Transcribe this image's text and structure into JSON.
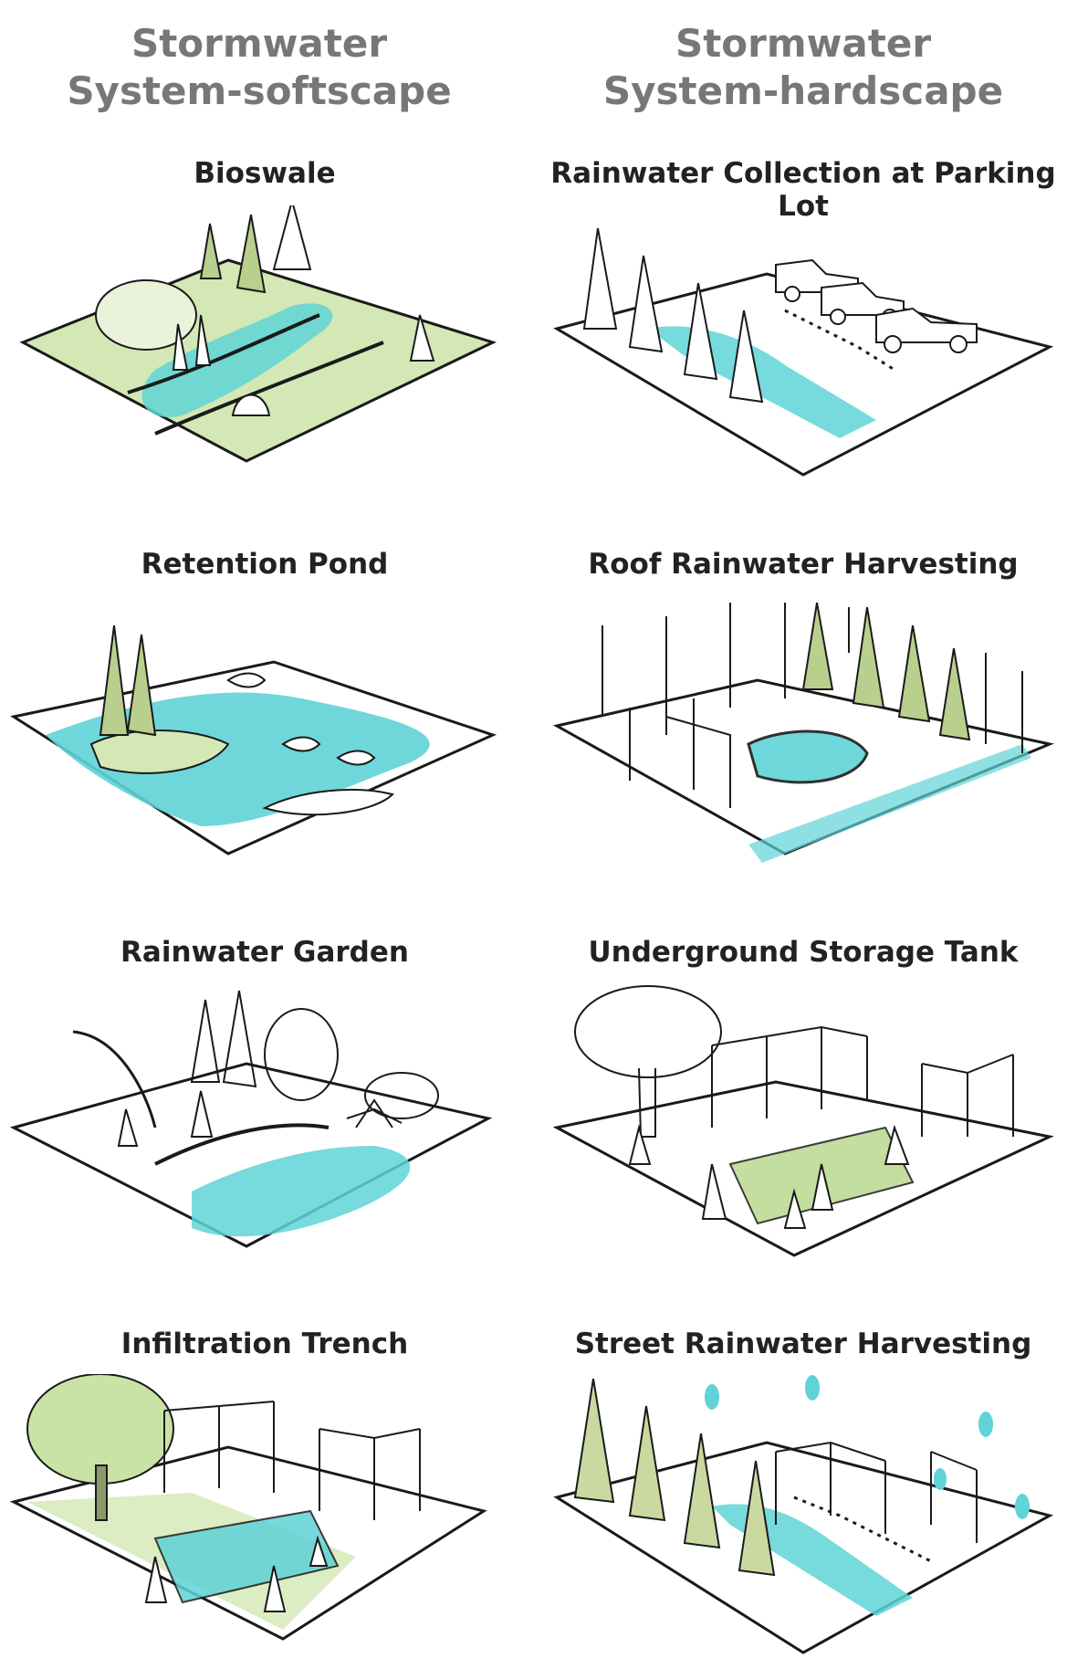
{
  "columns": [
    {
      "title_line1": "Stormwater",
      "title_line2": "System-softscape",
      "items": [
        {
          "label": "Bioswale",
          "icon": "bioswale-illustration"
        },
        {
          "label": "Retention Pond",
          "icon": "retention-pond-illustration"
        },
        {
          "label": "Rainwater Garden",
          "icon": "rainwater-garden-illustration"
        },
        {
          "label": "Infiltration Trench",
          "icon": "infiltration-trench-illustration"
        }
      ]
    },
    {
      "title_line1": "Stormwater",
      "title_line2": "System-hardscape",
      "items": [
        {
          "label": "Rainwater Collection at Parking Lot",
          "icon": "parking-lot-illustration"
        },
        {
          "label": "Roof Rainwater Harvesting",
          "icon": "roof-harvesting-illustration"
        },
        {
          "label": "Underground Storage Tank",
          "icon": "storage-tank-illustration"
        },
        {
          "label": "Street Rainwater Harvesting",
          "icon": "street-harvesting-illustration"
        }
      ]
    }
  ],
  "colors": {
    "water": "#5fd3d6",
    "grass": "#c9e3a6",
    "tree": "#b9cf8e",
    "ink": "#1a1a1a",
    "heading": "#777777",
    "label": "#222222"
  }
}
